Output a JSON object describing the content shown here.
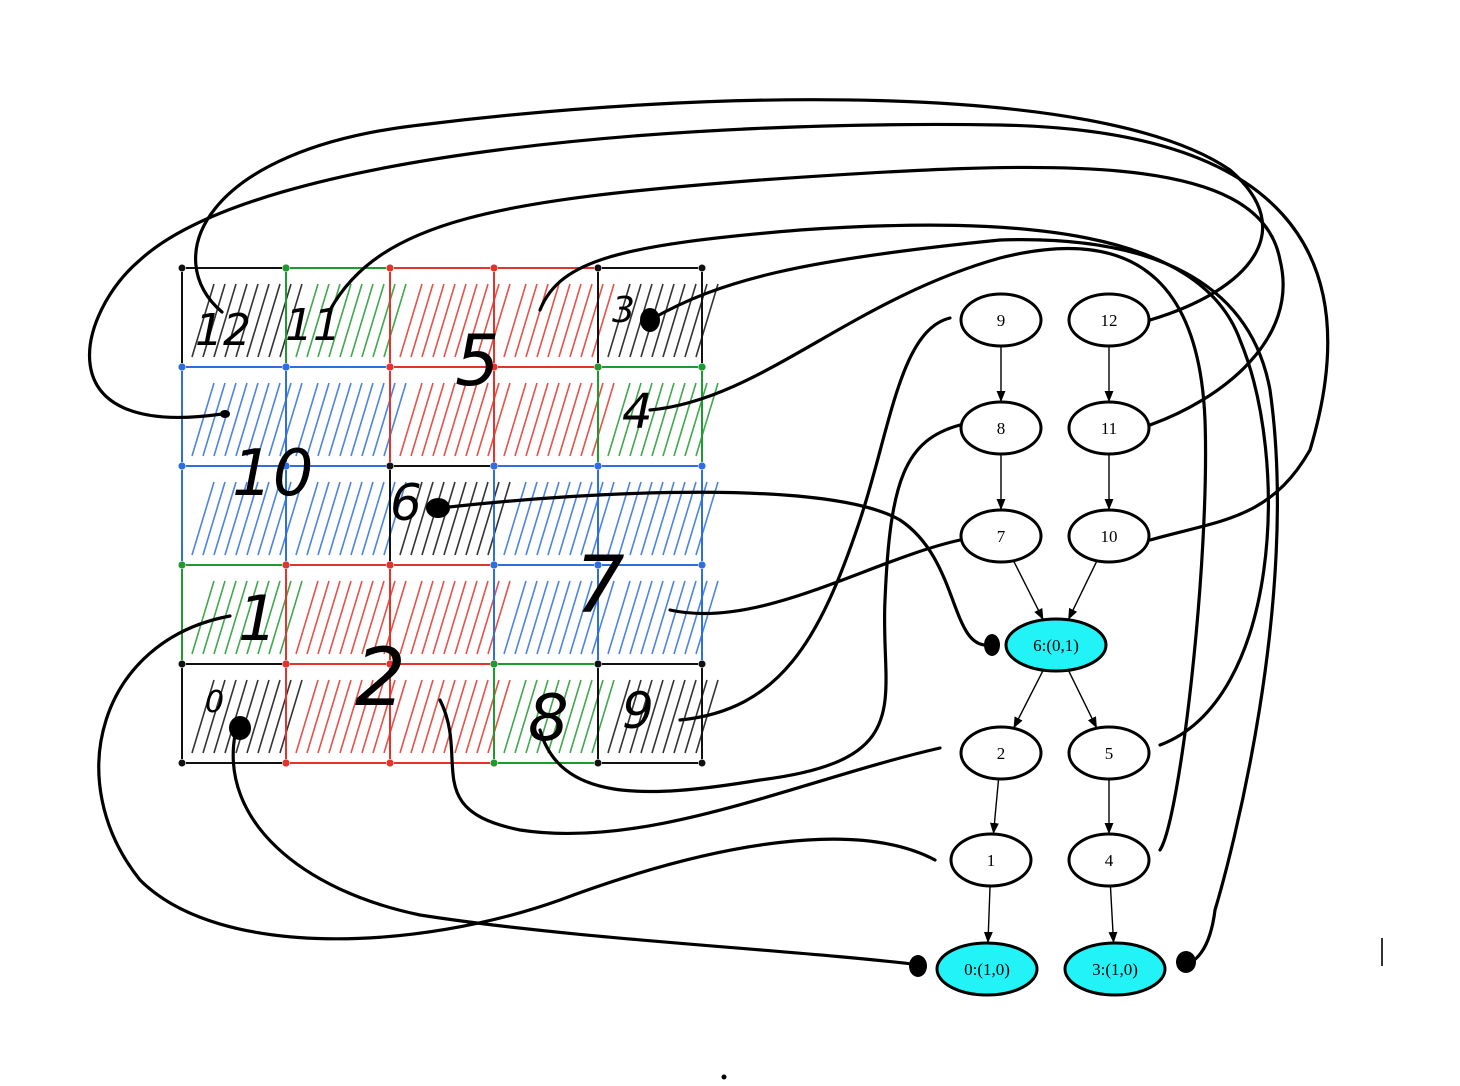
{
  "grid": {
    "rows": 5,
    "cols": 5,
    "colors": {
      "black": "#111111",
      "green": "#1f9a2e",
      "red": "#e2342b",
      "blue": "#2d6fe0"
    },
    "cells": [
      [
        "black",
        "green",
        "red",
        "red",
        "black"
      ],
      [
        "blue",
        "blue",
        "red",
        "red",
        "green"
      ],
      [
        "blue",
        "blue",
        "black",
        "blue",
        "blue"
      ],
      [
        "green",
        "red",
        "red",
        "blue",
        "blue"
      ],
      [
        "black",
        "red",
        "red",
        "green",
        "black"
      ]
    ],
    "handwritten_labels": [
      "12",
      "11",
      "3",
      "5",
      "4",
      "10",
      "6",
      "7",
      "1",
      "2",
      "0",
      "8",
      "9"
    ]
  },
  "graph": {
    "highlight_color": "#22f3f7",
    "nodes": [
      {
        "id": "n9",
        "label": "9",
        "highlight": false
      },
      {
        "id": "n12",
        "label": "12",
        "highlight": false
      },
      {
        "id": "n8",
        "label": "8",
        "highlight": false
      },
      {
        "id": "n11",
        "label": "11",
        "highlight": false
      },
      {
        "id": "n7",
        "label": "7",
        "highlight": false
      },
      {
        "id": "n10",
        "label": "10",
        "highlight": false
      },
      {
        "id": "n6",
        "label": "6:(0,1)",
        "highlight": true
      },
      {
        "id": "n2",
        "label": "2",
        "highlight": false
      },
      {
        "id": "n5",
        "label": "5",
        "highlight": false
      },
      {
        "id": "n1",
        "label": "1",
        "highlight": false
      },
      {
        "id": "n4",
        "label": "4",
        "highlight": false
      },
      {
        "id": "n0",
        "label": "0:(1,0)",
        "highlight": true
      },
      {
        "id": "n3",
        "label": "3:(1,0)",
        "highlight": true
      }
    ],
    "edges": [
      [
        "n9",
        "n8"
      ],
      [
        "n8",
        "n7"
      ],
      [
        "n7",
        "n6"
      ],
      [
        "n12",
        "n11"
      ],
      [
        "n11",
        "n10"
      ],
      [
        "n10",
        "n6"
      ],
      [
        "n6",
        "n2"
      ],
      [
        "n6",
        "n5"
      ],
      [
        "n2",
        "n1"
      ],
      [
        "n1",
        "n0"
      ],
      [
        "n5",
        "n4"
      ],
      [
        "n4",
        "n3"
      ]
    ]
  }
}
